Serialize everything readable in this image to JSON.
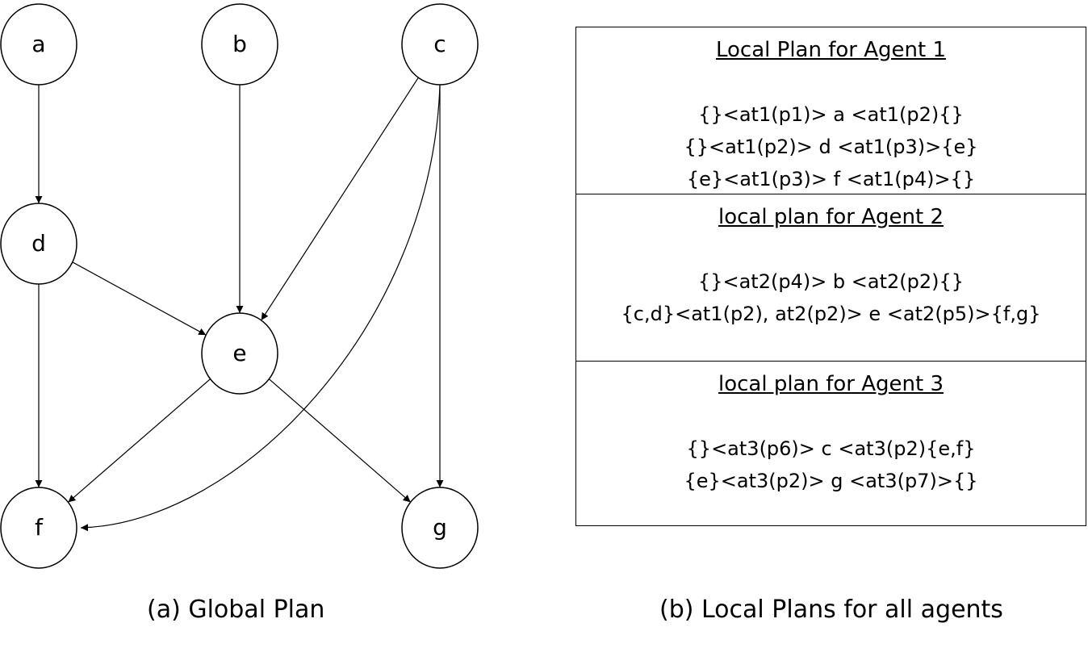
{
  "global_plan": {
    "caption": "(a) Global Plan",
    "nodes": [
      {
        "id": "a",
        "label": "a"
      },
      {
        "id": "b",
        "label": "b"
      },
      {
        "id": "c",
        "label": "c"
      },
      {
        "id": "d",
        "label": "d"
      },
      {
        "id": "e",
        "label": "e"
      },
      {
        "id": "f",
        "label": "f"
      },
      {
        "id": "g",
        "label": "g"
      }
    ],
    "edges": [
      {
        "from": "a",
        "to": "d"
      },
      {
        "from": "b",
        "to": "e"
      },
      {
        "from": "c",
        "to": "e"
      },
      {
        "from": "c",
        "to": "g"
      },
      {
        "from": "c",
        "to": "f",
        "curved": true
      },
      {
        "from": "d",
        "to": "e"
      },
      {
        "from": "d",
        "to": "f"
      },
      {
        "from": "e",
        "to": "f"
      },
      {
        "from": "e",
        "to": "g"
      }
    ]
  },
  "local_plans": {
    "caption": "(b) Local Plans for all agents",
    "sections": [
      {
        "title": "Local Plan for Agent 1",
        "lines": [
          "{}<at1(p1)> a <at1(p2){}",
          "{}<at1(p2)> d <at1(p3)>{e}",
          "{e}<at1(p3)> f <at1(p4)>{}"
        ]
      },
      {
        "title": "local plan for Agent 2",
        "lines": [
          "{}<at2(p4)> b <at2(p2){}",
          "{c,d}<at1(p2), at2(p2)> e <at2(p5)>{f,g}"
        ]
      },
      {
        "title": "local plan for Agent 3",
        "lines": [
          "{}<at3(p6)> c <at3(p2){e,f}",
          "{e}<at3(p2)> g <at3(p7)>{}"
        ]
      }
    ]
  }
}
